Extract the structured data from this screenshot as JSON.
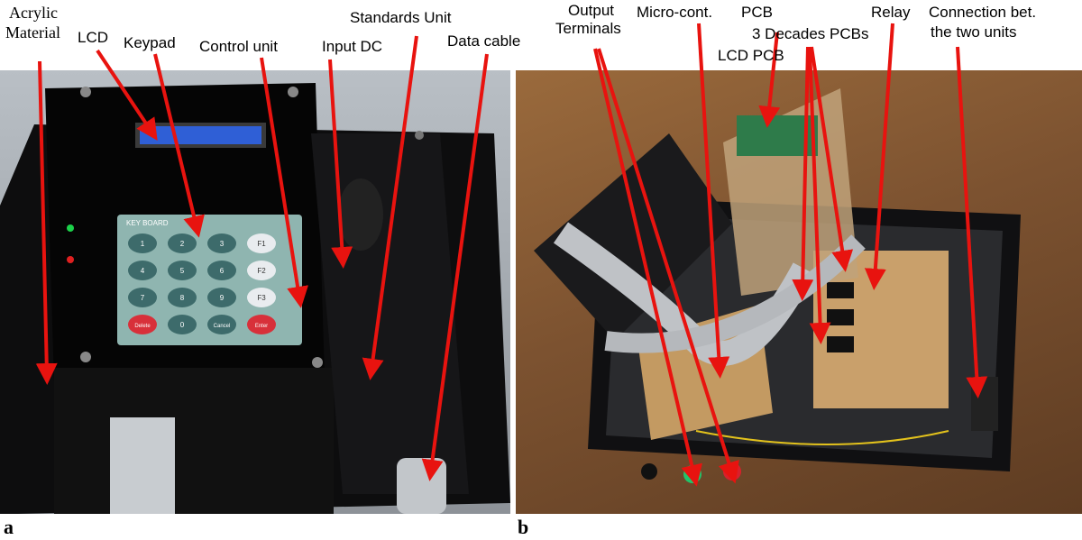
{
  "panels": {
    "a": "a",
    "b": "b"
  },
  "labels_a": {
    "acrylic_line1": "Acrylic",
    "acrylic_line2": "Material",
    "lcd": "LCD",
    "keypad": "Keypad",
    "control_unit": "Control unit",
    "input_dc": "Input DC",
    "standards_unit": "Standards Unit",
    "data_cable": "Data cable"
  },
  "labels_b": {
    "output_line1": "Output",
    "output_line2": "Terminals",
    "micro_cont": "Micro-cont.",
    "pcb": "PCB",
    "lcd_pcb": "LCD PCB",
    "decades": "3 Decades PCBs",
    "relay": "Relay",
    "connection_line1": "Connection bet.",
    "connection_line2": "the two units"
  },
  "keypad": {
    "header": "KEY BOARD",
    "keys": [
      "1",
      "2",
      "3",
      "F1",
      "4",
      "5",
      "6",
      "F2",
      "7",
      "8",
      "9",
      "F3",
      "Delete",
      "0",
      "Cancel",
      "Enter"
    ]
  },
  "colors": {
    "arrow": "#e8130f",
    "acrylic": "#0b0b0c",
    "lcd_screen": "#2f5fd6",
    "keypad_bg": "#8fb5b0",
    "wood": "#7c5230",
    "pcb": "#c9a06b"
  }
}
